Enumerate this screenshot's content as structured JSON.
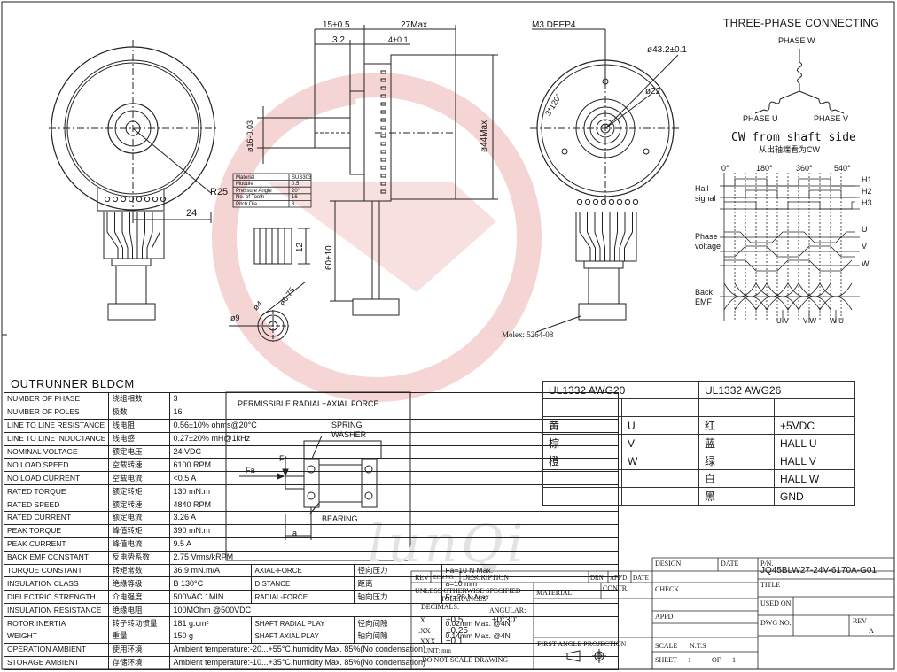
{
  "three_phase": {
    "title": "THREE-PHASE CONNECTING",
    "phase_w": "PHASE W",
    "phase_u": "PHASE U",
    "phase_v": "PHASE V",
    "cw": "CW from shaft side",
    "cw_cn": "从出轴端看为CW"
  },
  "waveform": {
    "angles": [
      "0°",
      "180°",
      "360°",
      "540°"
    ],
    "hall_label": "Hall\nsignal",
    "hall_lines": [
      "H1",
      "H2",
      "H3"
    ],
    "phase_label": "Phase\nvoltage",
    "phase_lines": [
      "U",
      "V",
      "W"
    ],
    "back_label": "Back\nEMF",
    "emf_labels": [
      "U-V",
      "V-W",
      "W-U"
    ]
  },
  "dims": {
    "d15": "15±0.5",
    "d27": "27Max",
    "d32": "3.2",
    "d4": "4±0.1",
    "d16": "ø16-0.03",
    "d44": "ø44Max",
    "d60": "60±10",
    "d12": "12",
    "r25": "R25",
    "d24": "24",
    "m3": "M3 DEEP4",
    "d432": "ø43.2±0.1",
    "d22": "ø22",
    "a120": "3*120°",
    "d9": "ø9",
    "d4b": "ø4",
    "d675": "ø6.75",
    "molex": "Molex: 5264-08"
  },
  "gear": {
    "rows": [
      [
        "Material",
        "SUS303"
      ],
      [
        "Module",
        "0.5"
      ],
      [
        "Pressure Angle",
        "20°"
      ],
      [
        "No. of Tooth",
        "16"
      ],
      [
        "Pitch Dia.",
        "8"
      ]
    ]
  },
  "spec_title": "OUTRUNNER BLDCM",
  "spec": [
    [
      "NUMBER OF PHASE",
      "绕组相数",
      "3"
    ],
    [
      "NUMBER OF POLES",
      "极数",
      "16"
    ],
    [
      "LINE TO LINE RESISTANCE",
      "线电阻",
      "0.56±10% ohms@20°C"
    ],
    [
      "LINE TO LINE INDUCTANCE",
      "线电感",
      "0.27±20% mH@1kHz"
    ],
    [
      "NOMINAL VOLTAGE",
      "额定电压",
      "24 VDC"
    ],
    [
      "NO LOAD SPEED",
      "空载转速",
      "6100 RPM"
    ],
    [
      "NO LOAD CURRENT",
      "空载电流",
      "<0.5 A"
    ],
    [
      "RATED TORQUE",
      "额定转矩",
      "130 mN.m"
    ],
    [
      "RATED SPEED",
      "额定转速",
      "4840 RPM"
    ],
    [
      "RATED CURRENT",
      "额定电流",
      "3.26 A"
    ],
    [
      "PEAK TORQUE",
      "峰值转矩",
      "390 mN.m"
    ],
    [
      "PEAK CURRENT",
      "峰值电流",
      "9.5 A"
    ],
    [
      "BACK EMF CONSTANT",
      "反电势系数",
      "2.75 Vrms/kRPM"
    ],
    [
      "TORQUE CONSTANT",
      "转矩常数",
      "36.9 mN.m/A",
      "AXIAL-FORCE",
      "径向压力",
      "Fa=10 N Max."
    ],
    [
      "INSULATION CLASS",
      "绝缘等级",
      "B 130°C",
      "DISTANCE",
      "距离",
      "a=10 mm"
    ],
    [
      "DIELECTRIC STRENGTH",
      "介电强度",
      "500VAC 1MIN",
      "RADIAL-FORCE",
      "轴向压力",
      "Fr=28 N Max."
    ],
    [
      "INSULATION RESISTANCE",
      "绝缘电阻",
      "100MOhm @500VDC"
    ],
    [
      "ROTOR INERTIA",
      "转子转动惯量",
      "181 g.cm²",
      "SHAFT RADIAL PLAY",
      "径向间隙",
      "0.02mm Max. @4N"
    ],
    [
      "WEIGHT",
      "重量",
      "150 g",
      "SHAFT AXIAL PLAY",
      "轴向间隙",
      "0.14mm Max. @4N"
    ],
    [
      "OPERATION AMBIENT",
      "使用环境",
      "Ambient temperature:-20...+55°C,humidity Max. 85%(No condensation)"
    ],
    [
      "STORAGE AMBIENT",
      "存储环境",
      "Ambient temperature:-10...+35°C,humidity Max. 85%(No condensation)"
    ]
  ],
  "force": {
    "title": "PERMISSIBLE RADIAL+AXIAL FORCE",
    "spring": "SPRING",
    "washer": "WASHER",
    "bearing": "BEARING",
    "fa": "Fa",
    "fr": "Fr",
    "a": "a"
  },
  "wire": {
    "h1": "UL1332 AWG20",
    "h2": "UL1332 AWG26",
    "rows": [
      [
        "",
        "",
        "",
        ""
      ],
      [
        "黄",
        "U",
        "红",
        "+5VDC"
      ],
      [
        "棕",
        "V",
        "蓝",
        "HALL U"
      ],
      [
        "橙",
        "W",
        "绿",
        "HALL V"
      ],
      [
        "",
        "",
        "白",
        "HALL W"
      ],
      [
        "",
        "",
        "黑",
        "GND"
      ]
    ]
  },
  "watermark": "lunQi",
  "titleblock": {
    "rev": "REV",
    "ecn": "ECN NO.",
    "desc": "DESCRIPTION",
    "drn": "DRN",
    "appd": "APP'D",
    "date": "DATE",
    "design": "DESIGN",
    "date2": "DATE",
    "pn_label": "P/N.",
    "pn": "JQ45BLW27-24V-6170A-G01",
    "title_label": "TITLE",
    "unless": "UNLESS OTHERWISE SPECIFIED",
    "tolerances": "TOLERANCES",
    "decimals": "DECIMALS:",
    "angular": "ANGULAR:",
    "tol_x": ".X",
    "tol_x_val": "±0.5",
    "tol_xx": ".XX",
    "tol_xx_val": "±0.25",
    "tol_xxx": ".XXX",
    "tol_xxx_val": "±0.1",
    "ang_val": "±0°30'",
    "unit": "UNIT: mm",
    "noscale": "DO NOT SCALE DRAWING",
    "material": "MATERIAL",
    "contr": "CONTR.",
    "check": "CHECK",
    "used_on": "USED ON",
    "appd2": "APPD",
    "dwg_no": "DWG NO.",
    "rev2": "REV",
    "rev_val": "A",
    "first_angle": "FIRST ANGLE  PROJECTION",
    "scale": "SCALE",
    "scale_val": "N.T.S",
    "sheet": "SHEET",
    "sheet_val": "1",
    "of": "OF",
    "of_val": "1"
  },
  "colors": {
    "watermark": "#e9a3a3",
    "line": "#222222"
  }
}
